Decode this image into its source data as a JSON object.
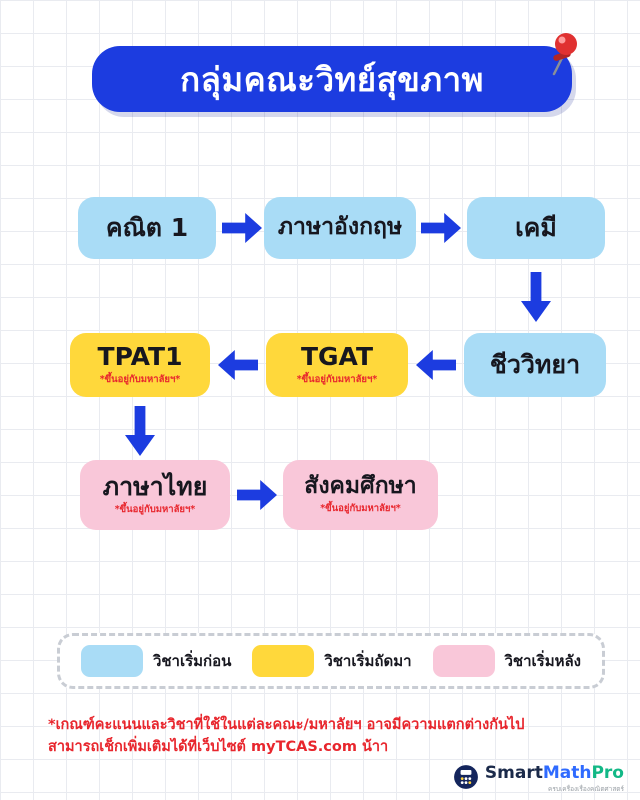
{
  "header": {
    "title": "กลุ่มคณะวิทย์สุขภาพ"
  },
  "flow": {
    "math1": {
      "label": "คณิต 1"
    },
    "english": {
      "label": "ภาษาอังกฤษ"
    },
    "chemistry": {
      "label": "เคมี"
    },
    "biology": {
      "label": "ชีววิทยา"
    },
    "tgat": {
      "label": "TGAT",
      "note": "*ขึ้นอยู่กับมหาลัยฯ*"
    },
    "tpat1": {
      "label": "TPAT1",
      "note": "*ขึ้นอยู่กับมหาลัยฯ*"
    },
    "thai": {
      "label": "ภาษาไทย",
      "note": "*ขึ้นอยู่กับมหาลัยฯ*"
    },
    "social": {
      "label": "สังคมศึกษา",
      "note": "*ขึ้นอยู่กับมหาลัยฯ*"
    }
  },
  "legend": {
    "items": [
      {
        "label": "วิชาเริ่มก่อน",
        "color": "#a9dcf6"
      },
      {
        "label": "วิชาเริ่มถัดมา",
        "color": "#ffd83b"
      },
      {
        "label": "วิชาเริ่มหลัง",
        "color": "#f9c7d9"
      }
    ]
  },
  "footnote": {
    "line1": "*เกณฑ์คะแนนและวิชาที่ใช้ในแต่ละคณะ/มหาลัยฯ อาจมีความแตกต่างกันไป",
    "line2": "สามารถเช็กเพิ่มเติมได้ที่เว็บไซต์ myTCAS.com น้าา"
  },
  "logo": {
    "smart": "Smart",
    "math": "Math",
    "pro": "Pro",
    "tagline": "ครบเครื่องเรื่องคณิตศาสตร์"
  },
  "colors": {
    "header_bg": "#1c3ce0",
    "arrow": "#1c3ce0",
    "blue_box": "#a9dcf6",
    "yellow_box": "#ffd83b",
    "pink_box": "#f9c7d9",
    "red_text": "#e8262d",
    "text_dark": "#17171f",
    "grid_line": "#e9ebf0"
  }
}
